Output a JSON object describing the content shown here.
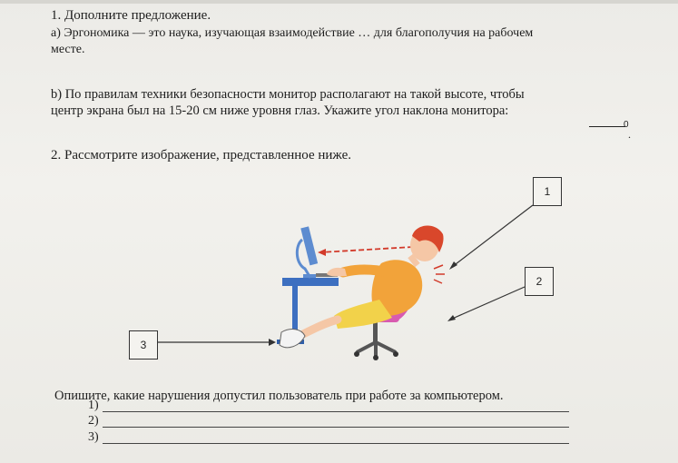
{
  "q1": {
    "title": "1. Дополните предложение.",
    "a_line1": "а) Эргономика — это наука, изучающая взаимодействие … для благополучия на рабочем",
    "a_line2": "месте.",
    "b_line1": "b) По правилам техники безопасности монитор располагают на такой высоте, чтобы",
    "b_line2": "центр экрана был на 15-20 см ниже уровня глаз. Укажите угол наклона монитора:",
    "degree_mark": "0",
    "end_dot": "."
  },
  "q2": {
    "title": "2. Рассмотрите изображение, представленное ниже.",
    "labels": [
      "1",
      "2",
      "3"
    ]
  },
  "q3": {
    "prompt": "Опишите, какие нарушения допустил пользователь при работе за компьютером.",
    "answers": [
      "1)",
      "2)",
      "3)"
    ]
  }
}
